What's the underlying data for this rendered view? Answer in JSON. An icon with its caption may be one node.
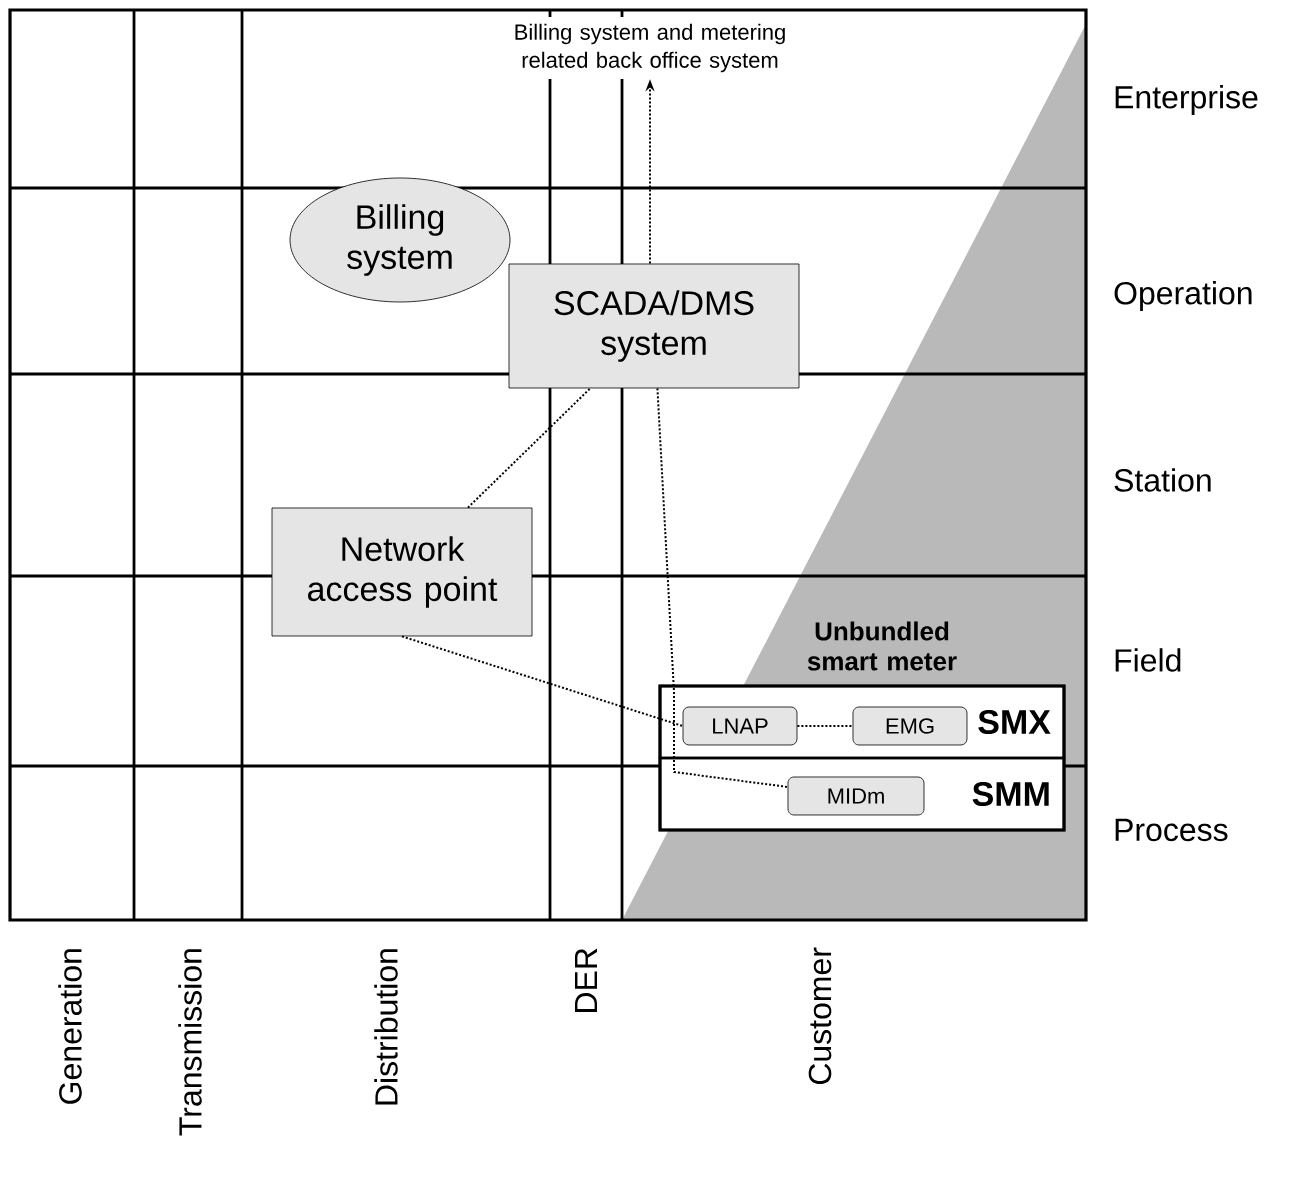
{
  "diagram": {
    "nodes": [
      {
        "text": [
          "Billing system and metering related back office system"
        ]
      },
      {
        "text": [
          "Billing system"
        ]
      },
      {
        "text": [
          "SCADA/DMS system"
        ]
      },
      {
        "text": [
          "Network access point"
        ]
      },
      {
        "text": [
          "Unbundled smart meter"
        ]
      },
      {
        "text": [
          "SMX"
        ],
        "in": 4
      },
      {
        "text": [
          "LNAP"
        ],
        "in": 5
      },
      {
        "text": [
          "EMG"
        ],
        "in": 5
      },
      {
        "text": [
          "SMM"
        ],
        "in": 4
      },
      {
        "text": [
          "MIDm"
        ],
        "in": 8
      }
    ],
    "edges": [
      {
        "from": 2,
        "to": 0,
        "arrow": "to",
        "style": "dashed"
      },
      {
        "from": 3,
        "to": 2,
        "arrow": "none",
        "style": "dashed"
      },
      {
        "from": 3,
        "to": 6,
        "arrow": "none",
        "style": "dashed"
      },
      {
        "from": 6,
        "to": 7,
        "arrow": "none",
        "style": "dashed"
      },
      {
        "from": 2,
        "to": 9,
        "arrow": "none",
        "style": "dashed"
      }
    ],
    "labels": [
      "Enterprise",
      "Operation",
      "Station",
      "Field",
      "Process",
      "Generation",
      "Transmission",
      "Distribution",
      "DER",
      "Customer"
    ]
  }
}
